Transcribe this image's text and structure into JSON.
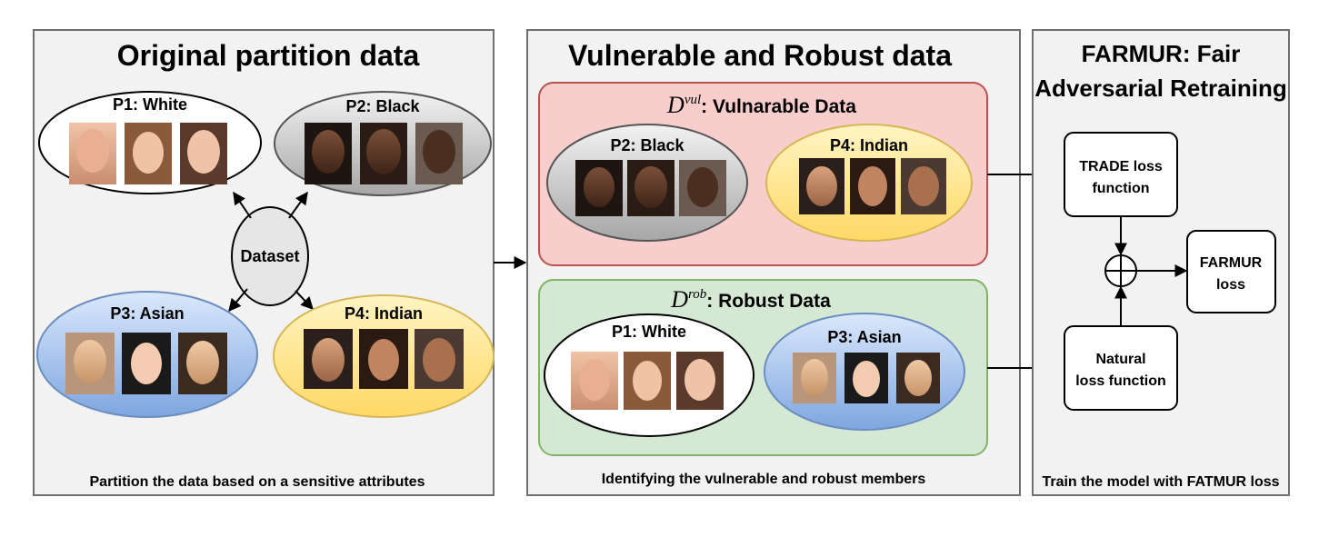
{
  "panels": {
    "original": {
      "title": "Original partition data",
      "caption": "Partition the data based on a sensitive attributes",
      "center": "Dataset",
      "groups": [
        "P1: White",
        "P2: Black",
        "P3: Asian",
        "P4: Indian"
      ]
    },
    "vulnerable": {
      "title": "Vulnerable and Robust data",
      "caption": "Identifying the vulnerable and robust members",
      "vul": {
        "symbol": "D",
        "sup": "vul",
        "label": ": Vulnarable Data",
        "groups": [
          "P2: Black",
          "P4: Indian"
        ]
      },
      "rob": {
        "symbol": "D",
        "sup": "rob",
        "label": ": Robust Data",
        "groups": [
          "P1: White",
          "P3: Asian"
        ]
      }
    },
    "farmur": {
      "title_line1": "FARMUR: Fair",
      "title_line2": "Adversarial Retraining",
      "caption": "Train the model with FATMUR loss",
      "trade_line1": "TRADE loss",
      "trade_line2": "function",
      "natural_line1": "Natural",
      "natural_line2": "loss function",
      "result_line1": "FARMUR",
      "result_line2": "loss"
    }
  },
  "colors": {
    "panel_bg": "#f2f2f2",
    "vul_bg": "#f8cecc",
    "vul_border": "#b85450",
    "rob_bg": "#d5e8d4",
    "rob_border": "#82b366",
    "black_group": "#bdbdbd",
    "indian_group": "#ffe27a",
    "asian_group": "#8fb3e6"
  }
}
